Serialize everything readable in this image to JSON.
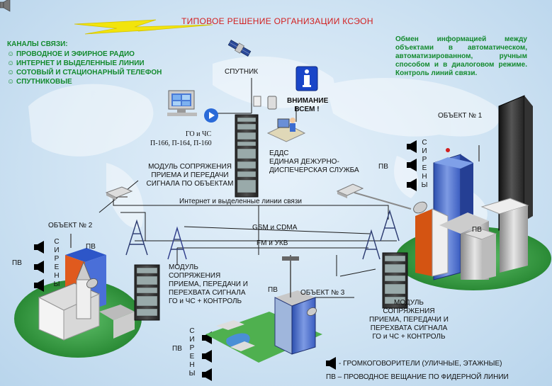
{
  "title": "ТИПОВОЕ РЕШЕНИЕ ОРГАНИЗАЦИИ КСЭОН",
  "channels": {
    "heading": "КАНАЛЫ СВЯЗИ:",
    "items": [
      "☺ ПРОВОДНОЕ И ЭФИРНОЕ РАДИО",
      "☺ ИНТЕРНЕТ И ВЫДЕЛЕННЫЕ ЛИНИИ",
      "☺ СОТОВЫЙ И СТАЦИОНАРНЫЙ ТЕЛЕФОН",
      "☺ СПУТНИКОВЫЕ"
    ]
  },
  "info_text": "Обмен информацией между объектами в автоматическом, автоматизированном, ручным способом и в диалоговом режиме. Контроль линий связи.",
  "labels": {
    "satellite": "СПУТНИК",
    "attention": "ВНИМАНИЕ ВСЕМ !",
    "go_chs": "ГО и ЧС",
    "p_models": "П-166, П-164, П-160",
    "edds_1": "ЕДДС",
    "edds_2": "ЕДИНАЯ ДЕЖУРНО-",
    "edds_3": "ДИСПЕЧЕРСКАЯ СЛУЖБА",
    "module_center_1": "МОДУЛЬ СОПРЯЖЕНИЯ",
    "module_center_2": "ПРИЕМА И ПЕРЕДАЧИ",
    "module_center_3": "СИГНАЛА ПО ОБЪЕКТАМ",
    "internet": "Интернет и выделенные линии связи",
    "gsm": "GSM и CDMA",
    "fm": "FM и УКВ",
    "object1": "ОБЪЕКТ № 1",
    "object2": "ОБЪЕКТ № 2",
    "object3": "ОБЪЕКТ № 3",
    "pv": "ПВ",
    "sireny": "СИРЕНЫ",
    "module_left_1": "МОДУЛЬ",
    "module_left_2": "СОПРЯЖЕНИЯ",
    "module_left_3": "ПРИЕМА, ПЕРЕДАЧИ И",
    "module_left_4": "ПЕРЕХВАТА СИГНАЛА",
    "module_left_5": "ГО и ЧС + КОНТРОЛЬ",
    "module_right_1": "МОДУЛЬ",
    "module_right_2": "СОПРЯЖЕНИЯ",
    "module_right_3": "ПРИЕМА, ПЕРЕДАЧИ И",
    "module_right_4": "ПЕРЕХВАТА СИГНАЛА",
    "module_right_5": "ГО и ЧС + КОНТРОЛЬ"
  },
  "legend": {
    "speakers": "- ГРОМКОГОВОРИТЕЛИ (УЛИЧНЫЕ, ЭТАЖНЫЕ)",
    "pv": "ПВ – ПРОВОДНОЕ ВЕЩАНИЕ ПО ФИДЕРНОЙ ЛИНИИ"
  },
  "colors": {
    "title": "#d21f1f",
    "accent_green": "#138a2e",
    "lightning": "#f2e40c",
    "island": "#2f9a3a"
  },
  "icons": [
    "lightning-icon",
    "satellite-icon",
    "info-icon",
    "computer-icon",
    "server-rack-icon",
    "dispatcher-icon",
    "radio-tower-icon",
    "speaker-icon",
    "dish-icon",
    "router-icon"
  ]
}
